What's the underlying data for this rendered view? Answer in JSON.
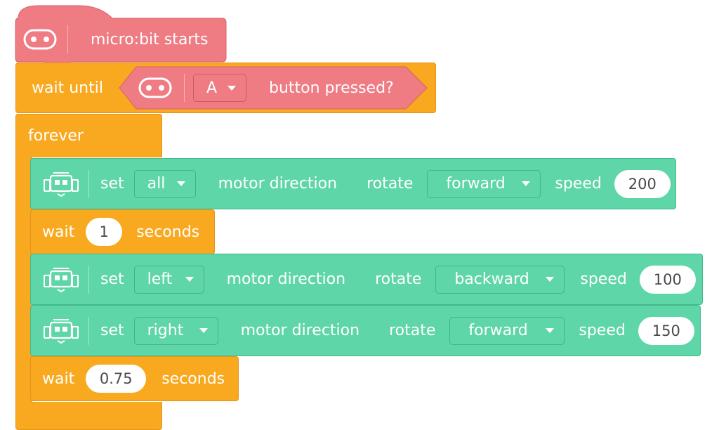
{
  "hat": {
    "label": "micro:bit starts",
    "icon": "microbit-icon"
  },
  "wait_until": {
    "label": "wait until",
    "condition": {
      "icon": "microbit-icon",
      "button_value": "A",
      "label": "button pressed?"
    }
  },
  "forever": {
    "label": "forever"
  },
  "motor1": {
    "set": "set",
    "target": "all",
    "motor_direction": "motor direction",
    "rotate": "rotate",
    "direction": "forward",
    "speed_label": "speed",
    "speed": "200",
    "icon": "car-robot-icon"
  },
  "wait1": {
    "label": "wait",
    "value": "1",
    "unit": "seconds"
  },
  "motor2": {
    "set": "set",
    "target": "left",
    "motor_direction": "motor direction",
    "rotate": "rotate",
    "direction": "backward",
    "speed_label": "speed",
    "speed": "100",
    "icon": "car-robot-icon"
  },
  "motor3": {
    "set": "set",
    "target": "right",
    "motor_direction": "motor direction",
    "rotate": "rotate",
    "direction": "forward",
    "speed_label": "speed",
    "speed": "150",
    "icon": "car-robot-icon"
  },
  "wait2": {
    "label": "wait",
    "value": "0.75",
    "unit": "seconds"
  },
  "colors": {
    "event_pink": "#ef7b83",
    "control_orange": "#f9a91f",
    "motor_green": "#5fd6a7"
  }
}
